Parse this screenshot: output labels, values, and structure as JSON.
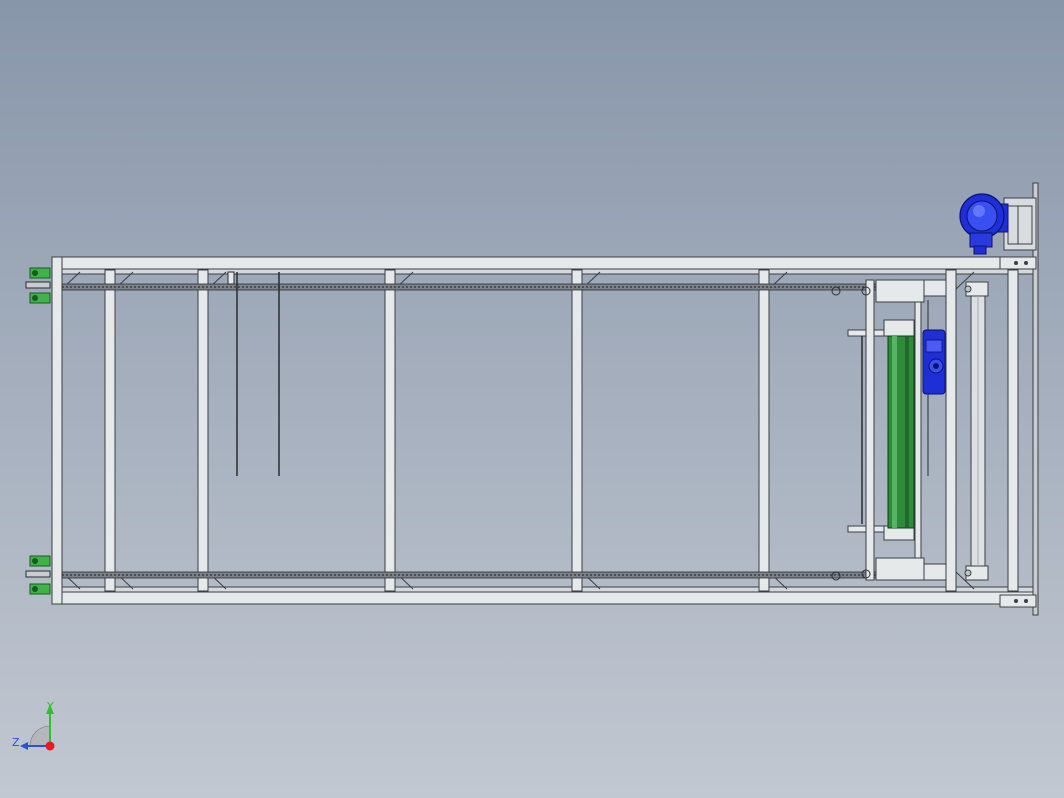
{
  "viewport": {
    "background_top": "#8896aa",
    "background_bottom": "#c2c8d1"
  },
  "model": {
    "frame_color": "#e6e9ea",
    "frame_stroke": "#3a3f44",
    "roller_color": "#2e8b3a",
    "motor_color": "#1f2fd6",
    "foot_color": "#3fb34a",
    "components": [
      "conveyor-frame",
      "cross-members",
      "chain-rails",
      "green-roller",
      "drive-motor",
      "gear-motor",
      "leveling-feet",
      "tail-shaft"
    ]
  },
  "triad": {
    "y_label": "Y",
    "z_label": "Z",
    "y_color": "#2fbf2f",
    "z_color": "#2f4fd6",
    "origin_color": "#e02020"
  }
}
